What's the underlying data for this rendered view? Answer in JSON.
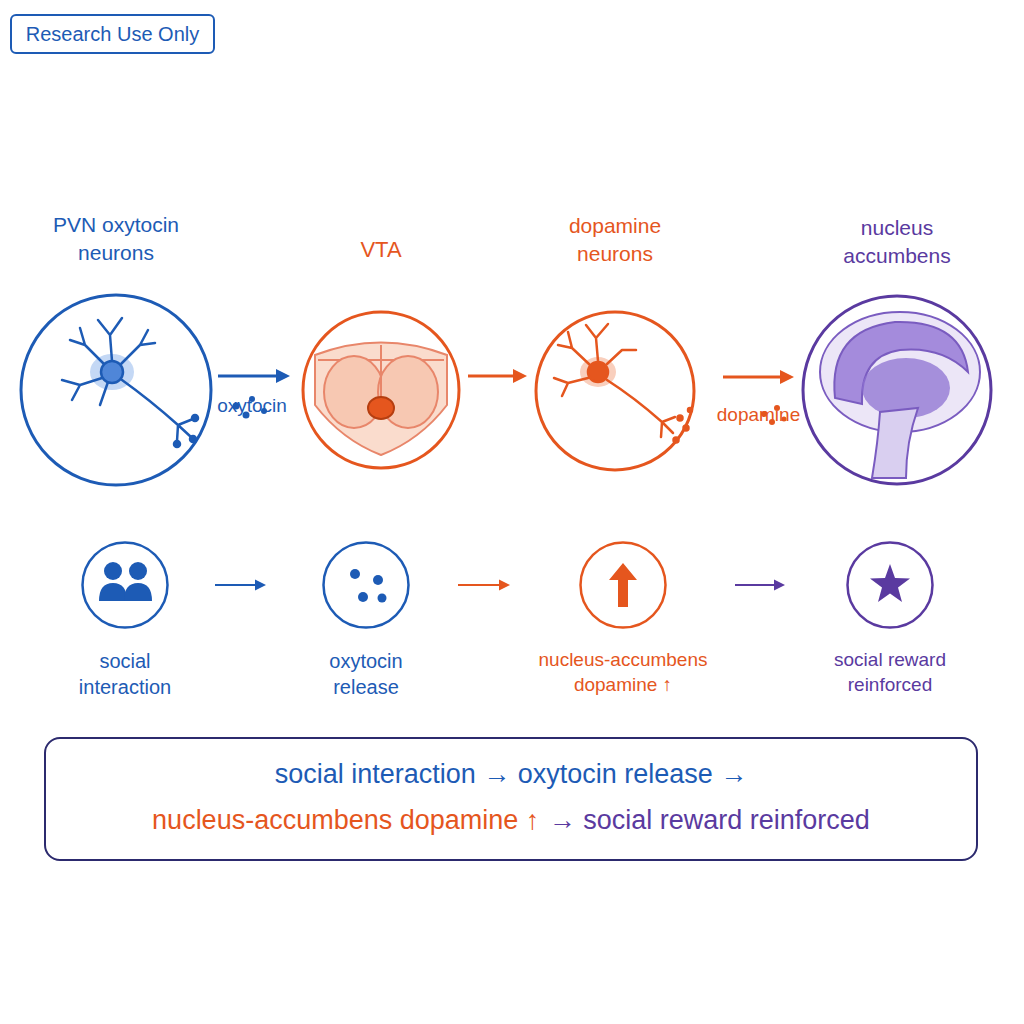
{
  "diagram": {
    "nodes": [
      {
        "text": [
          "Research Use Only"
        ]
      },
      {
        "text": [
          "PVN oxytocin neurons"
        ]
      },
      {
        "text": [
          "VTA"
        ]
      },
      {
        "text": [
          "dopamine neurons"
        ]
      },
      {
        "text": [
          "nucleus accumbens"
        ]
      },
      {
        "text": [
          "social interaction"
        ]
      },
      {
        "text": [
          "oxytocin release"
        ]
      },
      {
        "text": [
          "nucleus-accumbens dopamine ↑"
        ]
      },
      {
        "text": [
          "social reward reinforced"
        ]
      },
      {
        "text": [
          "social interaction → oxytocin release →",
          "nucleus-accumbens dopamine ↑",
          "→ social reward reinforced"
        ]
      }
    ],
    "edges": [
      {
        "from": 1,
        "to": 2,
        "arrow": "to",
        "label": "oxytocin"
      },
      {
        "from": 2,
        "to": 3,
        "arrow": "to"
      },
      {
        "from": 3,
        "to": 4,
        "arrow": "to",
        "label": "dopamine"
      },
      {
        "from": 5,
        "to": 6,
        "arrow": "to"
      },
      {
        "from": 6,
        "to": 7,
        "arrow": "to"
      },
      {
        "from": 7,
        "to": 8,
        "arrow": "to"
      }
    ]
  }
}
